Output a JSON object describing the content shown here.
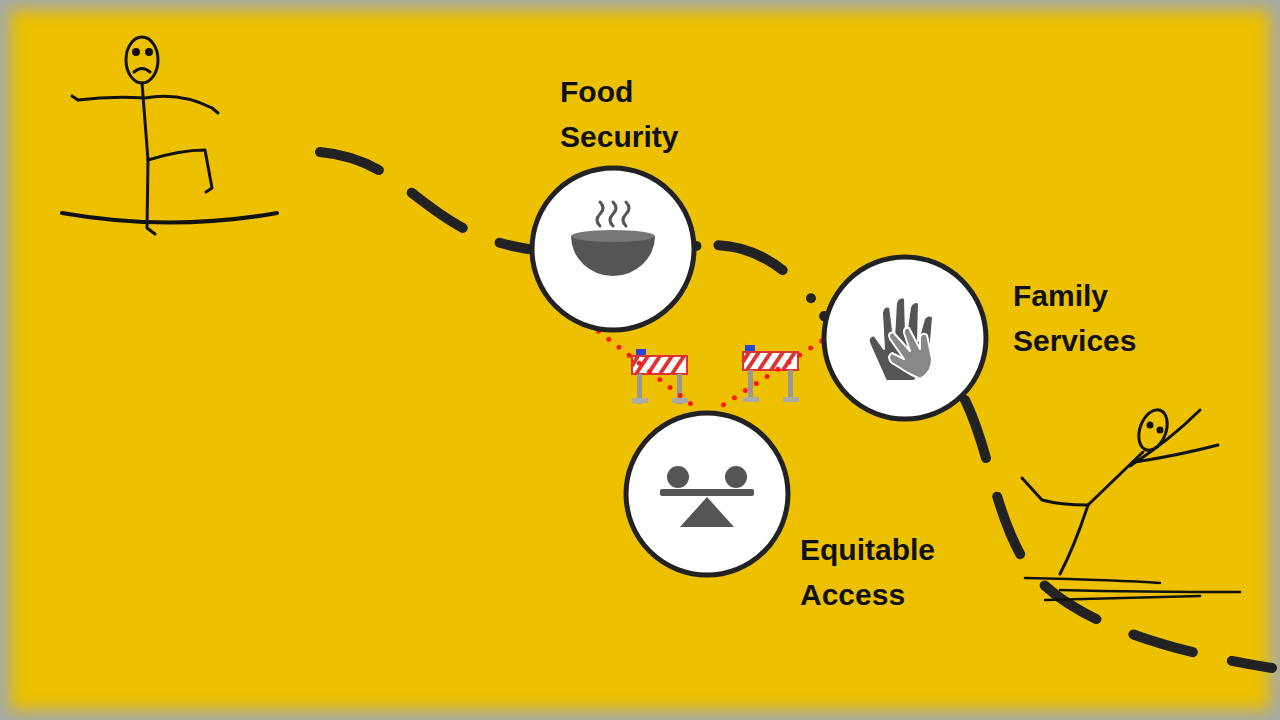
{
  "diagram": {
    "nodes": [
      {
        "text": [
          "Food Security"
        ]
      },
      {
        "text": [
          "Family Services"
        ]
      },
      {
        "text": [
          "Equitable Access"
        ]
      }
    ],
    "edges": [
      {
        "from": 0,
        "to": 1,
        "arrow": "none"
      },
      {
        "from": 0,
        "to": 2,
        "arrow": "none"
      },
      {
        "from": 1,
        "to": 2,
        "arrow": "none"
      }
    ]
  }
}
